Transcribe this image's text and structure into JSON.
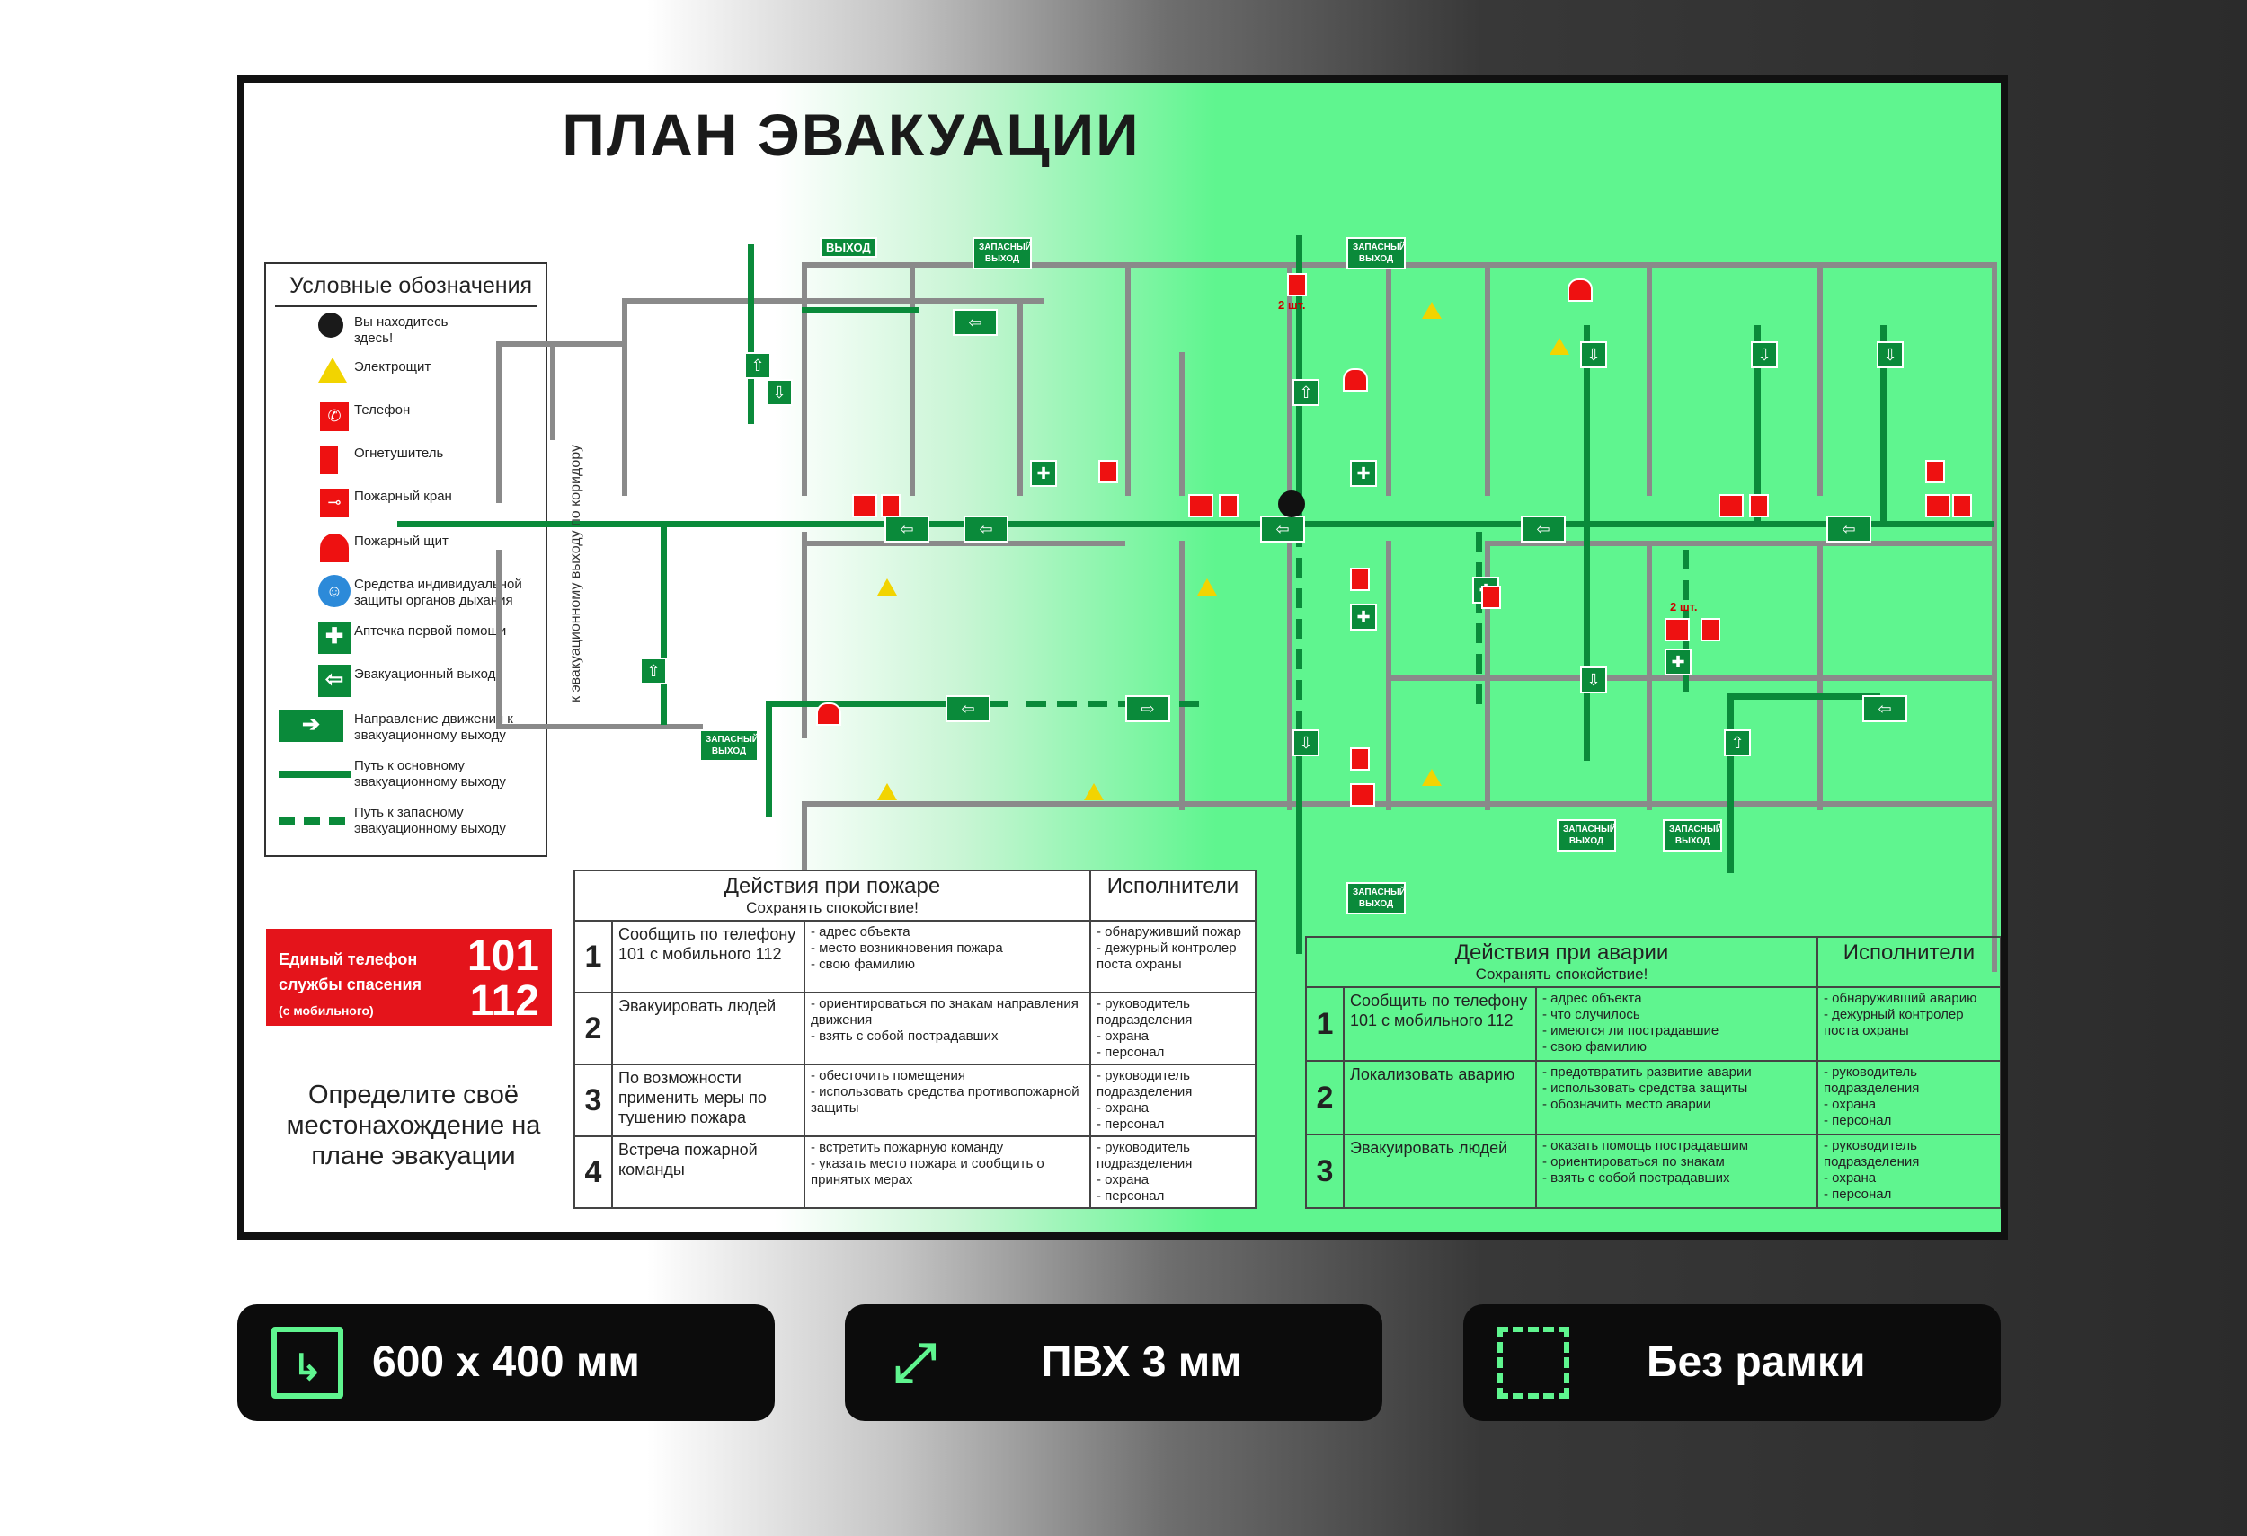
{
  "plan": {
    "title": "ПЛАН ЭВАКУАЦИИ",
    "corridor_note": "к эвакуационному выходу по коридору",
    "legend": {
      "title": "Условные обозначения",
      "items": [
        {
          "icon": "you-are-here-dot",
          "label": "Вы находитесь здесь!"
        },
        {
          "icon": "electric-hazard-icon",
          "label": "Электрощит"
        },
        {
          "icon": "phone-icon",
          "label": "Телефон"
        },
        {
          "icon": "fire-extinguisher-icon",
          "label": "Огнетушитель"
        },
        {
          "icon": "fire-hydrant-icon",
          "label": "Пожарный кран"
        },
        {
          "icon": "fire-shield-icon",
          "label": "Пожарный щит"
        },
        {
          "icon": "respirator-icon",
          "label": "Средства индивидуальной защиты органов дыхания"
        },
        {
          "icon": "first-aid-icon",
          "label": "Аптечка первой помощи"
        },
        {
          "icon": "evacuation-exit-icon",
          "label": "Эвакуационный выход"
        },
        {
          "icon": "exit-direction-icon",
          "label": "Направление движения к эвакуационному выходу"
        },
        {
          "icon": "main-route-line",
          "label": "Путь к основному эвакуационному выходу"
        },
        {
          "icon": "spare-route-dashed-line",
          "label": "Путь к запасному эвакуационному выходу"
        }
      ]
    },
    "emergency_phone": {
      "label_line1": "Единый телефон",
      "label_line2": "службы спасения",
      "label_line3": "(с мобильного)",
      "number1": "101",
      "number2": "112"
    },
    "locate_text": "Определите своё местонахождение на плане эвакуации",
    "map_labels": {
      "exit": "ВЫХОД",
      "spare_exit": "ЗАПАСНЫЙ ВЫХОД",
      "qty": "2 шт."
    },
    "fire_actions": {
      "title": "Действия при пожаре",
      "subtitle": "Сохранять спокойствие!",
      "executors_header": "Исполнители",
      "rows": [
        {
          "n": "1",
          "action": "Сообщить по телефону 101 с мобильного 112",
          "steps": [
            "- адрес объекта",
            "- место возникновения пожара",
            "- свою фамилию"
          ],
          "executors": [
            "- обнаруживший пожар",
            "- дежурный контролер",
            "поста охраны"
          ]
        },
        {
          "n": "2",
          "action": "Эвакуировать людей",
          "steps": [
            "- ориентироваться по знакам направления движения",
            "- взять с собой пострадавших"
          ],
          "executors": [
            "- руководитель подразделения",
            "- охрана",
            "- персонал"
          ]
        },
        {
          "n": "3",
          "action": "По возможности применить меры по тушению пожара",
          "steps": [
            "- обесточить помещения",
            "- использовать средства противопожарной защиты"
          ],
          "executors": [
            "- руководитель подразделения",
            "- охрана",
            "- персонал"
          ]
        },
        {
          "n": "4",
          "action": "Встреча пожарной команды",
          "steps": [
            "- встретить пожарную команду",
            "- указать место пожара и сообщить о принятых мерах"
          ],
          "executors": [
            "- руководитель подразделения",
            "- охрана",
            "- персонал"
          ]
        }
      ]
    },
    "accident_actions": {
      "title": "Действия при аварии",
      "subtitle": "Сохранять спокойствие!",
      "executors_header": "Исполнители",
      "rows": [
        {
          "n": "1",
          "action": "Сообщить по телефону 101 с мобильного 112",
          "steps": [
            "- адрес объекта",
            "- что случилось",
            "- имеются ли пострадавшие",
            "- свою фамилию"
          ],
          "executors": [
            "- обнаруживший аварию",
            "- дежурный контролер",
            "поста охраны"
          ]
        },
        {
          "n": "2",
          "action": "Локализовать аварию",
          "steps": [
            "- предотвратить развитие аварии",
            "- использовать средства защиты",
            "- обозначить место аварии"
          ],
          "executors": [
            "- руководитель подразделения",
            "- охрана",
            "- персонал"
          ]
        },
        {
          "n": "3",
          "action": "Эвакуировать людей",
          "steps": [
            "- оказать помощь пострадавшим",
            "- ориентироваться по знакам",
            "- взять с собой пострадавших"
          ],
          "executors": [
            "- руководитель подразделения",
            "- охрана",
            "- персонал"
          ]
        }
      ]
    }
  },
  "features": [
    {
      "icon": "size-corner-icon",
      "text": "600 x 400 мм"
    },
    {
      "icon": "thickness-arrows-icon",
      "text": "ПВХ 3 мм"
    },
    {
      "icon": "frame-corners-icon",
      "text": "Без рамки"
    }
  ],
  "colors": {
    "accent_green": "#5ff58f",
    "route_green": "#0a8a3a",
    "alert_red": "#e4141b",
    "badge_bg": "#0c0c0c"
  }
}
